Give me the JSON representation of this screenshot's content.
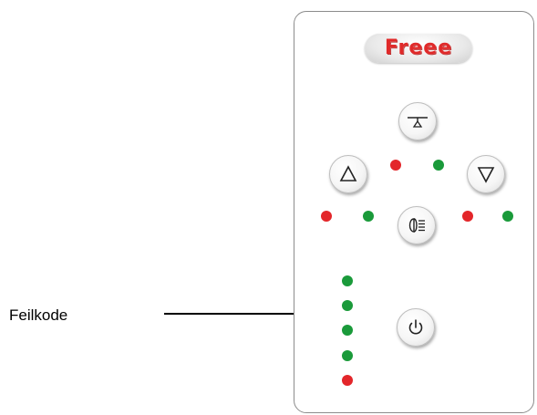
{
  "logo": {
    "text": "Freee"
  },
  "callout": {
    "label": "Feilkode"
  },
  "controls": {
    "icons": {
      "top": "lamp-position-icon",
      "up": "triangle-up-icon",
      "down": "triangle-down-icon",
      "light": "headlight-icon",
      "power": "power-icon"
    },
    "indicator_colors": {
      "green": "#1a9a3a",
      "red": "#e3262a"
    },
    "error_code_leds": [
      "green",
      "green",
      "green",
      "green",
      "red"
    ]
  }
}
